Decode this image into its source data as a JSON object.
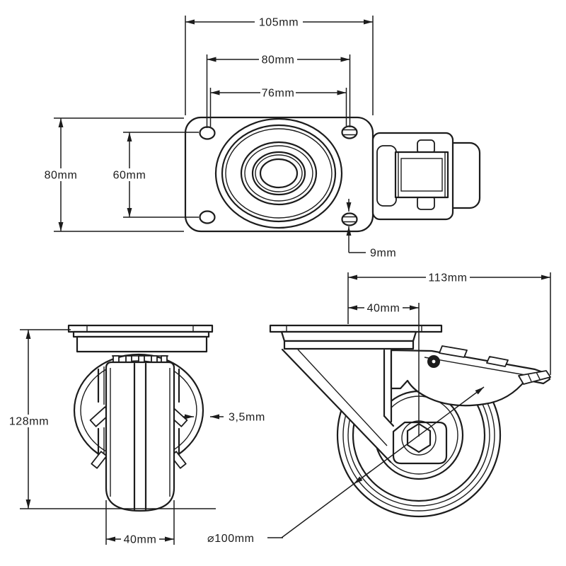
{
  "dims": {
    "plate_length": "105mm",
    "bolt_spacing_length": "80mm",
    "bolt_spacing_inner": "76mm",
    "plate_width": "80mm",
    "bolt_spacing_width": "60mm",
    "bolt_hole_diameter": "9mm",
    "overall_length": "113mm",
    "swivel_offset": "40mm",
    "overall_height": "128mm",
    "brake_shoe_thickness": "3,5mm",
    "wheel_width": "40mm",
    "wheel_diameter": "⌀100mm"
  },
  "colors": {
    "line": "#1c1c1c",
    "background": "#ffffff"
  }
}
